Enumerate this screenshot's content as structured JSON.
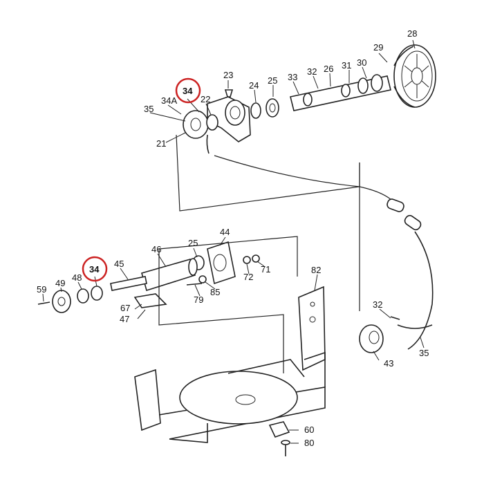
{
  "highlight_color": "#cc2222",
  "callouts": [
    {
      "id": "28",
      "text": "28"
    },
    {
      "id": "29",
      "text": "29"
    },
    {
      "id": "30",
      "text": "30"
    },
    {
      "id": "31",
      "text": "31"
    },
    {
      "id": "26",
      "text": "26"
    },
    {
      "id": "32a",
      "text": "32"
    },
    {
      "id": "33",
      "text": "33"
    },
    {
      "id": "25a",
      "text": "25"
    },
    {
      "id": "24",
      "text": "24"
    },
    {
      "id": "23",
      "text": "23"
    },
    {
      "id": "34a",
      "text": "34",
      "highlighted": true
    },
    {
      "id": "22",
      "text": "22"
    },
    {
      "id": "34A",
      "text": "34A"
    },
    {
      "id": "35a",
      "text": "35"
    },
    {
      "id": "21",
      "text": "21"
    },
    {
      "id": "44",
      "text": "44"
    },
    {
      "id": "46",
      "text": "46"
    },
    {
      "id": "25b",
      "text": "25"
    },
    {
      "id": "45",
      "text": "45"
    },
    {
      "id": "34b",
      "text": "34",
      "highlighted": true
    },
    {
      "id": "48",
      "text": "48"
    },
    {
      "id": "49",
      "text": "49"
    },
    {
      "id": "59",
      "text": "59"
    },
    {
      "id": "72",
      "text": "72"
    },
    {
      "id": "71",
      "text": "71"
    },
    {
      "id": "79",
      "text": "79"
    },
    {
      "id": "85",
      "text": "85"
    },
    {
      "id": "67",
      "text": "67"
    },
    {
      "id": "47",
      "text": "47"
    },
    {
      "id": "82",
      "text": "82"
    },
    {
      "id": "32b",
      "text": "32"
    },
    {
      "id": "43",
      "text": "43"
    },
    {
      "id": "35b",
      "text": "35"
    },
    {
      "id": "60",
      "text": "60"
    },
    {
      "id": "80",
      "text": "80"
    }
  ]
}
